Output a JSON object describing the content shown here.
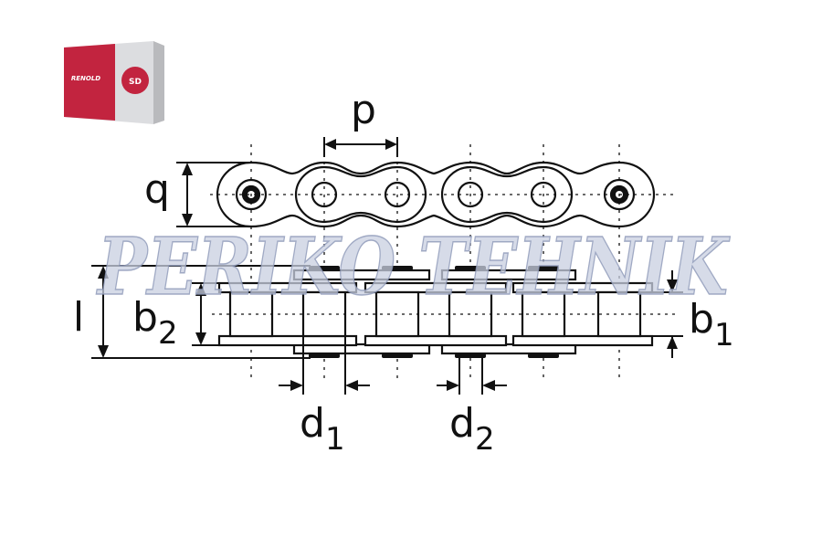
{
  "logo": {
    "brand": "RENOLD",
    "badge": "SD"
  },
  "watermark": {
    "text": "PERIKO TEHNIK"
  },
  "labels": {
    "p": "p",
    "q": "q",
    "l": "l",
    "b2": "b",
    "b2_sub": "2",
    "b1": "b",
    "b1_sub": "1",
    "d1": "d",
    "d1_sub": "1",
    "d2": "d",
    "d2_sub": "2"
  },
  "colors": {
    "line": "#111111",
    "watermark_fill": "#c8cfe0",
    "watermark_stroke": "#8d98b8",
    "box_red": "#c2243f",
    "box_grey": "#d9dadc"
  }
}
